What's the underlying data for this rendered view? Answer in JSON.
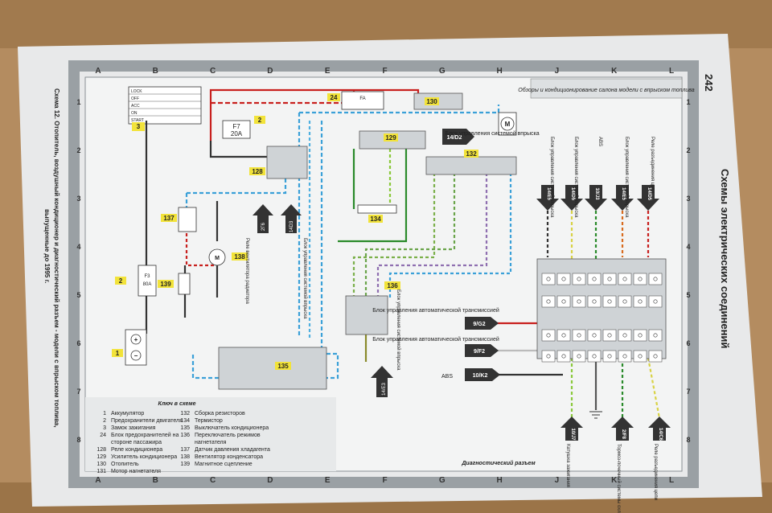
{
  "page_number": "242",
  "section_title": "Схемы электрических соединений",
  "caption": "Схема 12. Отопитель, воздушный кондиционер и диагностический разъем - модели с впрыском топлива,",
  "caption_line2": "выпущенные до 1995 г.",
  "header_box": "Обзоры и кондиционирование салона модели с впрыском топлива",
  "column_letters": [
    "A",
    "B",
    "C",
    "D",
    "E",
    "F",
    "G",
    "H",
    "J",
    "K",
    "L"
  ],
  "row_numbers": [
    "1",
    "2",
    "3",
    "4",
    "5",
    "6",
    "7",
    "8"
  ],
  "legend_title": "Ключ в схеме",
  "legend_left": [
    {
      "num": "1",
      "text": "Аккумулятор"
    },
    {
      "num": "2",
      "text": "Предохранители двигателя"
    },
    {
      "num": "3",
      "text": "Замок зажигания"
    },
    {
      "num": "24",
      "text": "Блок предохранителей на"
    },
    {
      "num": "",
      "text": "стороне пассажира"
    },
    {
      "num": "128",
      "text": "Реле кондиционера"
    },
    {
      "num": "129",
      "text": "Усилитель кондиционера"
    },
    {
      "num": "130",
      "text": "Отопитель"
    },
    {
      "num": "131",
      "text": "Мотор нагнетателя"
    }
  ],
  "legend_right": [
    {
      "num": "132",
      "text": "Сборка резисторов"
    },
    {
      "num": "134",
      "text": "Термистор"
    },
    {
      "num": "135",
      "text": "Выключатель кондиционера"
    },
    {
      "num": "136",
      "text": "Переключатель режимов"
    },
    {
      "num": "",
      "text": "нагнетателя"
    },
    {
      "num": "137",
      "text": "Датчик давления хладагента"
    },
    {
      "num": "138",
      "text": "Вентилятор конденсатора"
    },
    {
      "num": "139",
      "text": "Магнитное сцепление"
    }
  ],
  "diag_label": "Диагностический разъем",
  "components": {
    "c1": "1",
    "c2": "2",
    "c3": "3",
    "c24": "24",
    "c128": "128",
    "c129": "129",
    "c130": "130",
    "c132": "132",
    "c134": "134",
    "c135": "135",
    "c136": "136",
    "c137": "137",
    "c138": "138",
    "c139": "139",
    "f3": "F3",
    "f3a": "80A",
    "f7": "F7",
    "f7a": "20A",
    "fa": "FA",
    "m": "M"
  },
  "ignition_rows": [
    "LOCK",
    "OFF",
    "ACC",
    "ON",
    "START"
  ],
  "connectors": {
    "c14d2": "14/D2",
    "c2f6": "2Г6",
    "c14d3": "14D3",
    "c14e3": "14/E3",
    "c9g2": "9/G2",
    "c9f2": "9/F2",
    "c10k2": "10/K2",
    "top1": "14/E5",
    "top2": "14/D5",
    "top3": "10/J3",
    "top4": "14/E5",
    "top5": "14/D5",
    "bot1": "10/J7",
    "bot2": "2/F8",
    "bot3": "14/C6"
  },
  "labels": {
    "rele_vent": "Реле вентилятора радиатора",
    "blok_sys": "Блок управления системой впрыска",
    "blok_sys2": "Блок управления системой впрыска",
    "blok_sys3": "Блок управления системой впрыска",
    "top_a": "Блок управления системой впрыска",
    "top_b": "Блок управления системой впрыска",
    "top_abs": "ABS",
    "top_c": "Блок управления системой впрыска",
    "top_d": "Реле разъединения цепи",
    "trans1": "Блок управления автоматической трансмиссией",
    "trans2": "Блок управления автоматической трансмиссией",
    "abs": "ABS",
    "bot_a": "Катушка зажигания",
    "bot_b": "Тормоз-почечный системы охлаждения",
    "bot_c": "Реле разъединения цепи"
  }
}
